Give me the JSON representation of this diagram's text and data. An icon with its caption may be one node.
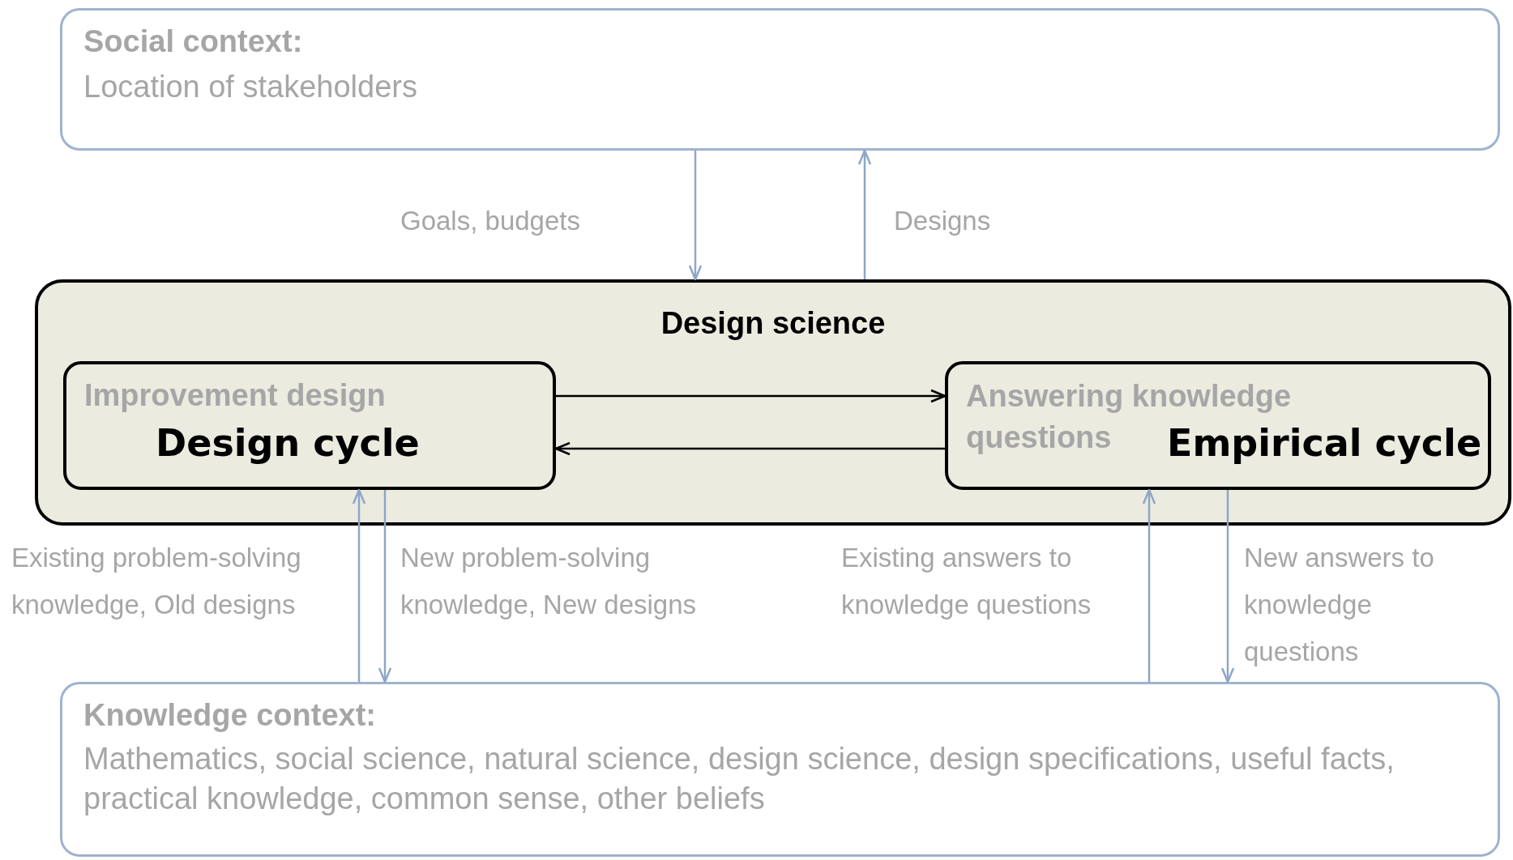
{
  "diagram": {
    "nodes": [
      {
        "text": [
          "Social context:",
          "Location of stakeholders"
        ]
      },
      {
        "text": [
          "Design science"
        ]
      },
      {
        "text": [
          "Improvement design",
          "Design cycle"
        ],
        "in": 1
      },
      {
        "text": [
          "Answering knowledge questions",
          "Empirical cycle"
        ],
        "in": 1
      },
      {
        "text": [
          "Knowledge context:",
          "Mathematics, social science, natural science, design science, design specifications, useful facts, practical knowledge, common sense, other beliefs"
        ]
      }
    ],
    "edges": [
      {
        "from": 0,
        "to": 1,
        "arrow": "to",
        "label": "Goals, budgets"
      },
      {
        "from": 1,
        "to": 0,
        "arrow": "to",
        "label": "Designs"
      },
      {
        "from": 2,
        "to": 3,
        "arrow": "to",
        "color": "#000000"
      },
      {
        "from": 3,
        "to": 2,
        "arrow": "to",
        "color": "#000000"
      },
      {
        "from": 4,
        "to": 2,
        "arrow": "to",
        "label": "Existing problem-solving knowledge, Old designs"
      },
      {
        "from": 2,
        "to": 4,
        "arrow": "to",
        "label": "New problem-solving knowledge, New designs"
      },
      {
        "from": 4,
        "to": 3,
        "arrow": "to",
        "label": "Existing answers to knowledge questions"
      },
      {
        "from": 3,
        "to": 4,
        "arrow": "to",
        "label": "New answers to knowledge questions"
      }
    ]
  }
}
